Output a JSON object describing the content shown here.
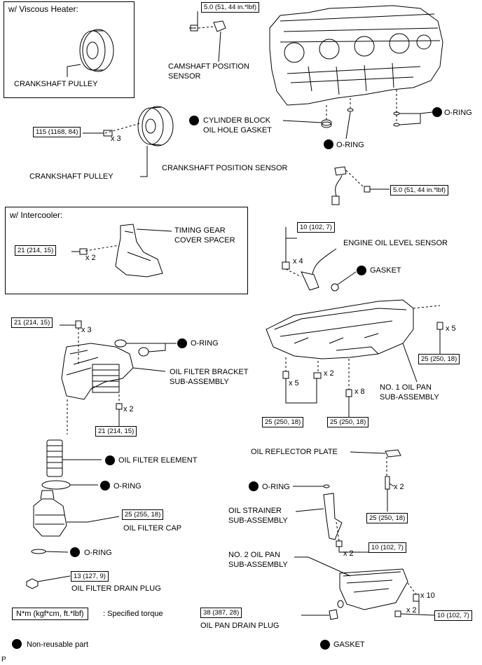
{
  "insets": {
    "viscous_title": "w/ Viscous Heater:",
    "intercooler_title": "w/ Intercooler:"
  },
  "labels": {
    "crank_pulley_inset": "CRANKSHAFT PULLEY",
    "cam_sensor": "CAMSHAFT POSITION\nSENSOR",
    "cyl_gasket": "CYLINDER BLOCK\nOIL HOLE GASKET",
    "oring_top_right": "O-RING",
    "oring_block": "O-RING",
    "crank_pulley": "CRANKSHAFT PULLEY",
    "crank_sensor": "CRANKSHAFT POSITION SENSOR",
    "timing_spacer": "TIMING GEAR\nCOVER SPACER",
    "oil_level_sensor": "ENGINE OIL LEVEL SENSOR",
    "gasket_level": "GASKET",
    "oring_bracket": "O-RING",
    "bracket": "OIL FILTER BRACKET\nSUB-ASSEMBLY",
    "pan1": "NO. 1 OIL PAN\nSUB-ASSEMBLY",
    "filter_element": "OIL FILTER ELEMENT",
    "reflector": "OIL REFLECTOR PLATE",
    "oring_filter": "O-RING",
    "oring_strainer": "O-RING",
    "strainer": "OIL STRAINER\nSUB-ASSEMBLY",
    "filter_cap": "OIL FILTER CAP",
    "oring_cap": "O-RING",
    "pan2": "NO. 2 OIL PAN\nSUB-ASSEMBLY",
    "filter_drain": "OIL FILTER DRAIN PLUG",
    "pan_drain": "OIL PAN DRAIN PLUG",
    "gasket_pan": "GASKET"
  },
  "torques": {
    "cam_sensor": "5.0 (51, 44 in.*lbf)",
    "crank_pulley": "115 (1168, 84)",
    "crank_sensor": "5.0 (51, 44 in.*lbf)",
    "spacer": "21 (214, 15)",
    "level_sensor": "10 (102, 7)",
    "bracket_top": "21 (214, 15)",
    "pan1_right": "25 (250, 18)",
    "bracket_nut": "21 (214, 15)",
    "pan1_left": "25 (250, 18)",
    "pan1_mid": "25 (250, 18)",
    "reflector": "25 (250, 18)",
    "filter_cap": "25 (255, 18)",
    "strainer": "10 (102, 7)",
    "filter_drain": "13 (127, 9)",
    "pan2": "10 (102, 7)",
    "pan_drain": "38 (387, 28)"
  },
  "counts": {
    "crank_pulley": "x 3",
    "spacer": "x 2",
    "level_sensor": "x 4",
    "bracket_top": "x 3",
    "pan1_right": "x 5",
    "pan1_mid_top": "x 2",
    "pan1_left": "x 5",
    "bracket_nut": "x 2",
    "pan1_mid": "x 8",
    "reflector": "x 2",
    "strainer": "x 2",
    "pan2_top": "x 10",
    "pan2_bottom": "x 2"
  },
  "legend": {
    "torque_key": "N*m (kgf*cm, ft.*lbf)",
    "torque_desc": ": Specified torque",
    "nonreusable": "Non-reusable part"
  },
  "corner_mark": "P"
}
